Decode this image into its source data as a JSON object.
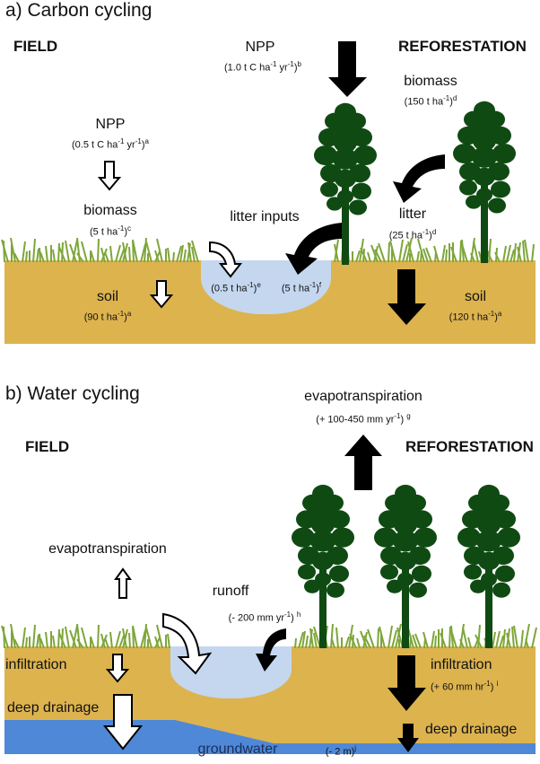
{
  "panel_a": {
    "title": "a) Carbon cycling",
    "field_label": "FIELD",
    "reforestation_label": "REFORESTATION",
    "field_npp": {
      "label": "NPP",
      "value": "(0.5 t C ha",
      "exp1": "-1",
      "mid": " yr",
      "exp2": "-1",
      "close": ")",
      "ref": "a"
    },
    "field_biomass": {
      "label": "biomass",
      "value": "(5 t ha",
      "exp1": "-1",
      "close": ")",
      "ref": "c"
    },
    "field_soil": {
      "label": "soil",
      "value": "(90 t ha",
      "exp1": "-1",
      "close": ")",
      "ref": "a"
    },
    "litter_inputs": {
      "label": "litter inputs"
    },
    "field_litter": {
      "value": "(0.5 t ha",
      "exp1": "-1",
      "close": ")",
      "ref": "e"
    },
    "forest_litter_input": {
      "value": "(5 t ha",
      "exp1": "-1",
      "close": ")",
      "ref": "f"
    },
    "forest_npp": {
      "label": "NPP",
      "value": "(1.0 t C ha",
      "exp1": "-1",
      "mid": " yr",
      "exp2": "-1",
      "close": ")",
      "ref": "b"
    },
    "forest_biomass": {
      "label": "biomass",
      "value": "(150 t ha",
      "exp1": "-1",
      "close": ")",
      "ref": "d"
    },
    "forest_litter": {
      "label": "litter",
      "value": "(25 t ha",
      "exp1": "-1",
      "close": ")",
      "ref": "d"
    },
    "forest_soil": {
      "label": "soil",
      "value": "(120 t ha",
      "exp1": "-1",
      "close": ")",
      "ref": "a"
    }
  },
  "panel_b": {
    "title": "b) Water cycling",
    "field_label": "FIELD",
    "reforestation_label": "REFORESTATION",
    "field_et": {
      "label": "evapotranspiration"
    },
    "runoff": {
      "label": "runoff",
      "value": "(- 200 mm yr",
      "exp1": "-1",
      "close": ") ",
      "ref": "h"
    },
    "field_infiltration": {
      "label": "infiltration"
    },
    "field_deep_drainage": {
      "label": "deep drainage"
    },
    "groundwater": {
      "label": "groundwater",
      "value": "(- 2 m)",
      "ref": "j"
    },
    "forest_et": {
      "label": "evapotranspiration",
      "value": "(+ 100-450 mm yr",
      "exp1": "-1",
      "close": ") ",
      "ref": "g"
    },
    "forest_infiltration": {
      "label": "infiltration",
      "value": "(+ 60 mm hr",
      "exp1": "-1",
      "close": ") ",
      "ref": "i"
    },
    "forest_deep_drainage": {
      "label": "deep drainage"
    }
  },
  "colors": {
    "soil": "#ddb34e",
    "groundwater": "#4f88d6",
    "pond": "#c4d7ef",
    "tree": "#0f4a12",
    "grass": "#7ea63a",
    "arrow_dark": "#000000"
  }
}
